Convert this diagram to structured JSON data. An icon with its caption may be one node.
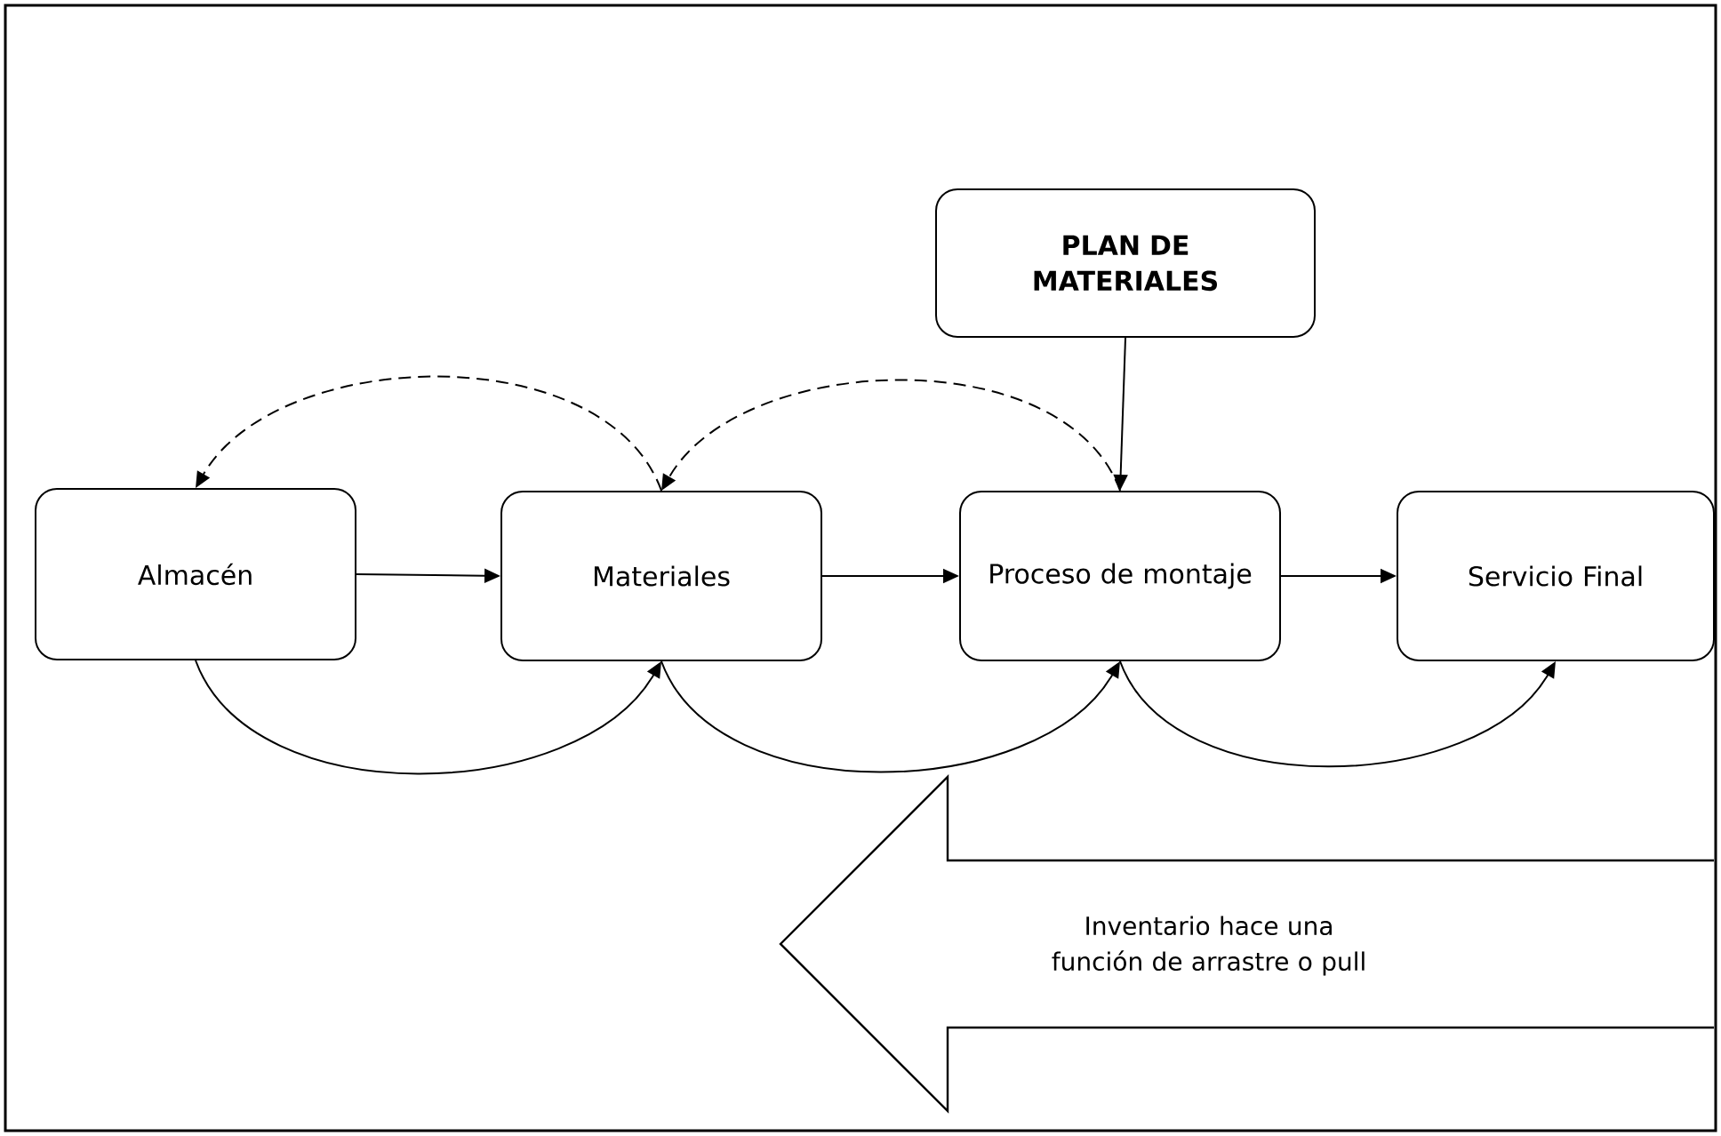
{
  "diagram": {
    "nodes": [
      {
        "text": [
          "PLAN DE MATERIALES"
        ]
      },
      {
        "text": [
          "Almacén"
        ]
      },
      {
        "text": [
          "Materiales"
        ]
      },
      {
        "text": [
          "Proceso de montaje"
        ]
      },
      {
        "text": [
          "Servicio Final"
        ]
      },
      {
        "text": [
          "Inventario hace una función de arrastre o pull"
        ]
      }
    ],
    "edges": [
      {
        "from": 0,
        "to": 3,
        "arrow": "to"
      },
      {
        "from": 1,
        "to": 2,
        "arrow": "to"
      },
      {
        "from": 2,
        "to": 3,
        "arrow": "to"
      },
      {
        "from": 3,
        "to": 4,
        "arrow": "to"
      },
      {
        "from": 2,
        "to": 1,
        "arrow": "to",
        "style": "dashed"
      },
      {
        "from": 3,
        "to": 2,
        "arrow": "to",
        "style": "dashed"
      },
      {
        "from": 1,
        "to": 2,
        "arrow": "to"
      },
      {
        "from": 2,
        "to": 3,
        "arrow": "to"
      },
      {
        "from": 3,
        "to": 4,
        "arrow": "to"
      }
    ]
  }
}
